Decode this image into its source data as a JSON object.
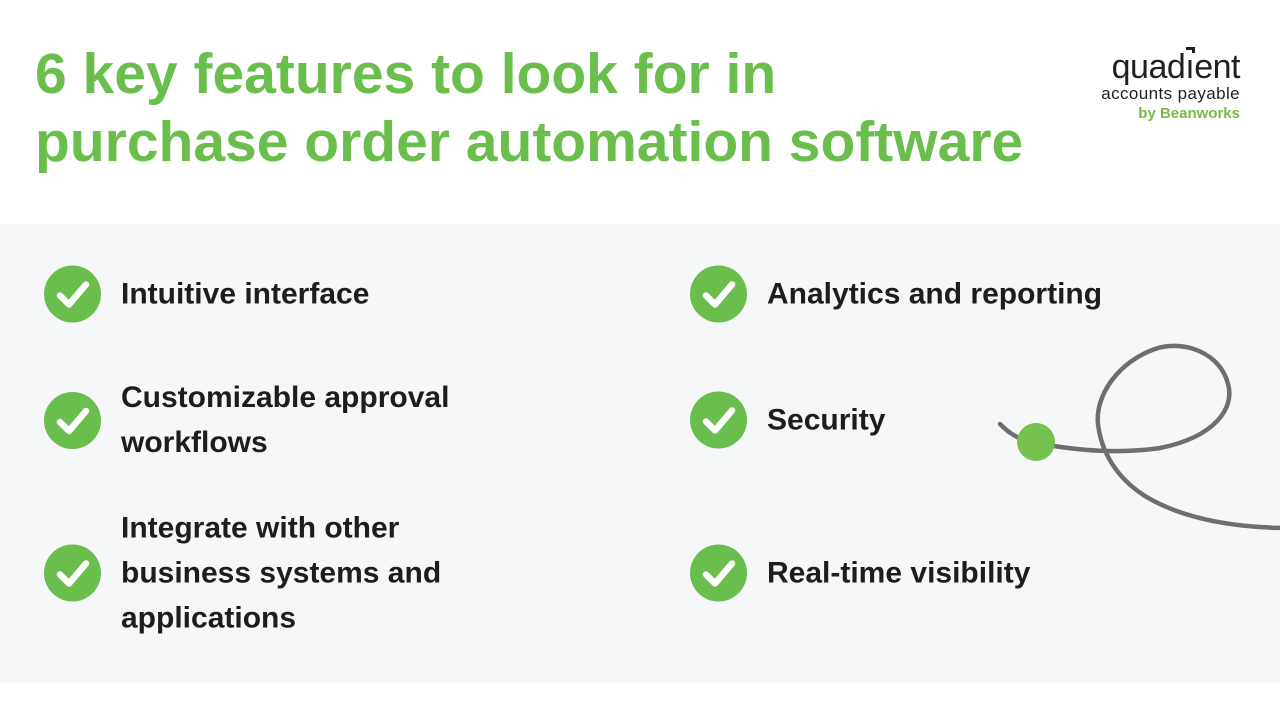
{
  "header": {
    "title_line1": "6 key features to look for in",
    "title_line2": "purchase order automation software",
    "logo": {
      "brand": "quadient",
      "brand_parts": {
        "pre": "quad",
        "i": "ı",
        "post": "ent"
      },
      "subtitle": "accounts payable",
      "byline": "by Beanworks"
    }
  },
  "features": {
    "left": [
      "Intuitive interface",
      "Customizable approval workflows",
      "Integrate with other business systems and applications"
    ],
    "right": [
      "Analytics and reporting",
      "Security",
      "Real-time visibility"
    ]
  },
  "colors": {
    "title_green": "#6abe4b",
    "check_circle_green": "#6abe4d",
    "byline_green": "#76bc43",
    "dot_green": "#76c04e",
    "text_dark": "#1d1d1b",
    "logo_dark": "#231f20",
    "band_background": "#f6f7f9",
    "squiggle_gray": "#6e6e6e",
    "checkmark_white": "#ffffff"
  }
}
